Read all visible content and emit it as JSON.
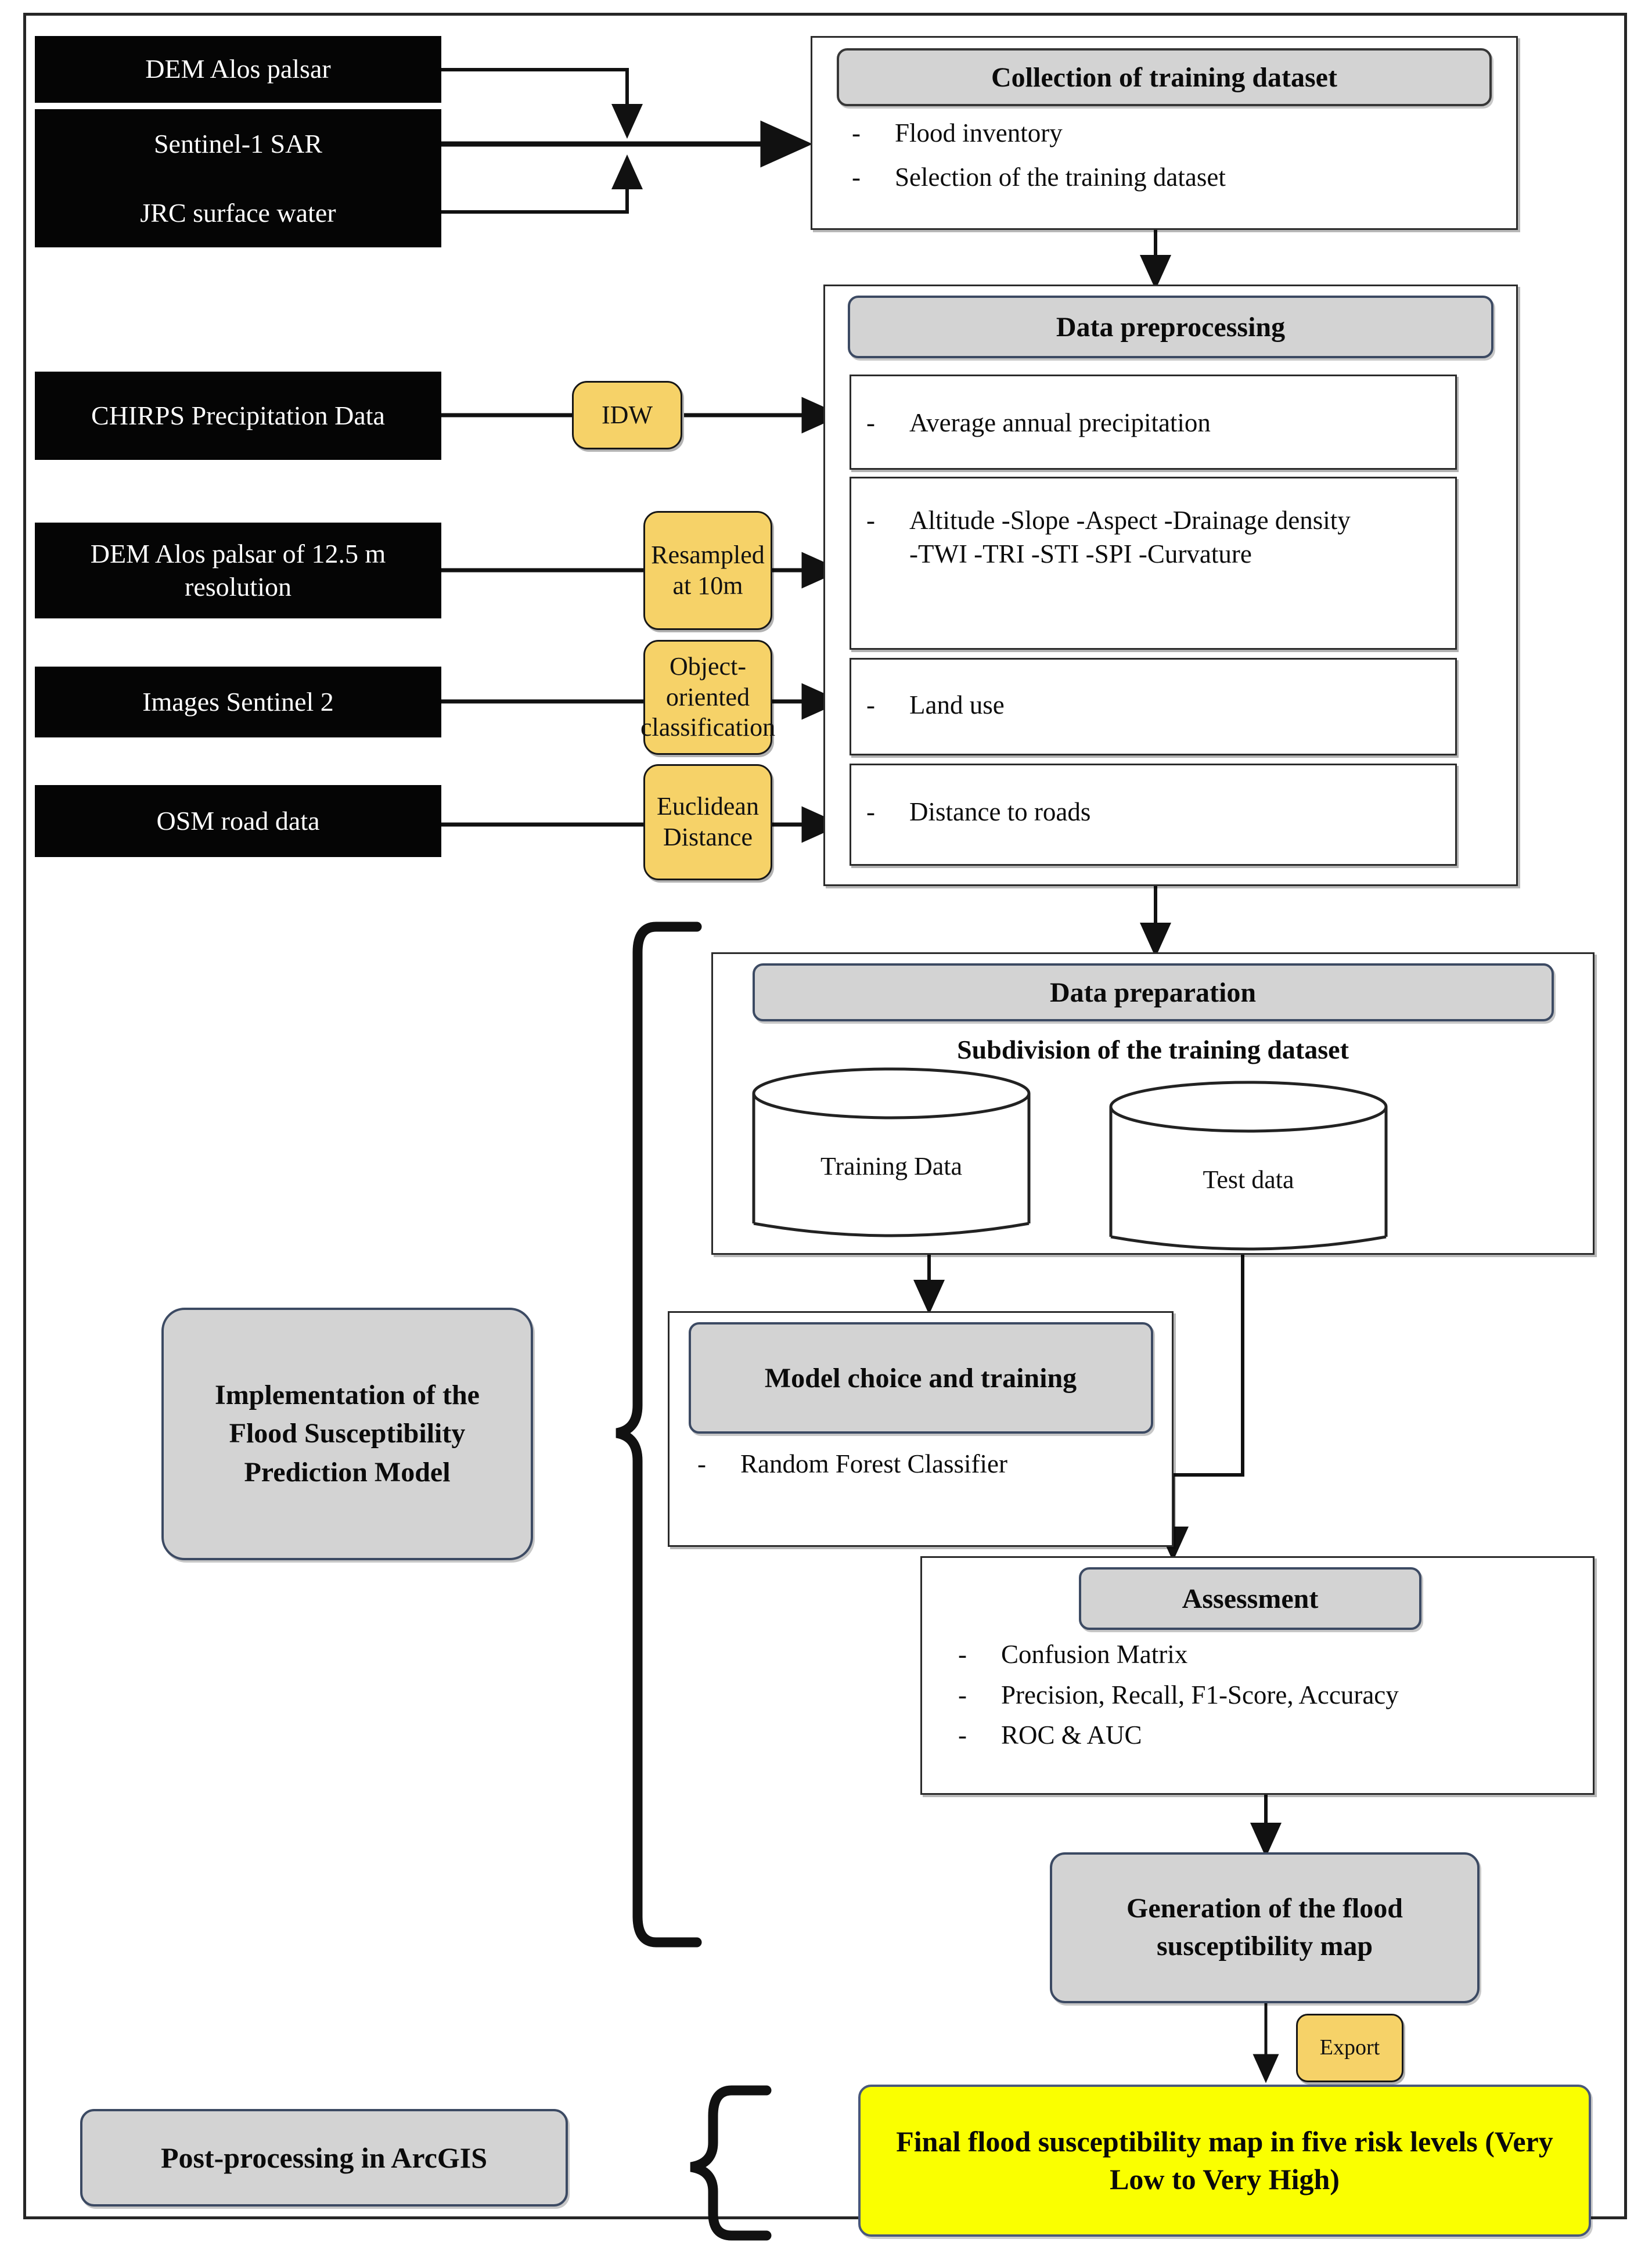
{
  "sources": {
    "group1": [
      {
        "label": "DEM Alos palsar"
      },
      {
        "label": "Sentinel-1 SAR"
      },
      {
        "label": "JRC surface water"
      }
    ],
    "chirps": "CHIRPS Precipitation Data",
    "dem125": "DEM Alos palsar of 12.5 m resolution",
    "sentinel2": "Images Sentinel 2",
    "osm": "OSM road data"
  },
  "processes": {
    "idw": "IDW",
    "resampled": "Resampled at 10m",
    "objectoriented": "Object-oriented classification",
    "euclidean": "Euclidean Distance",
    "export": "Export"
  },
  "collection": {
    "title": "Collection of training dataset",
    "items": [
      "Flood inventory",
      "Selection of the training dataset"
    ]
  },
  "preprocessing": {
    "title": "Data preprocessing",
    "items": [
      "Average annual precipitation",
      "Altitude -Slope -Aspect -Drainage density -TWI -TRI -STI -SPI -Curvature",
      "Land use",
      "Distance to roads"
    ]
  },
  "preparation": {
    "title": "Data preparation",
    "subtitle": "Subdivision of the training dataset",
    "training_cylinder": "Training Data",
    "test_cylinder": "Test data"
  },
  "model": {
    "title": "Model choice and training",
    "items": [
      "Random Forest Classifier"
    ]
  },
  "assessment": {
    "title": "Assessment",
    "items": [
      "Confusion Matrix",
      "Precision, Recall, F1-Score, Accuracy",
      "ROC & AUC"
    ]
  },
  "generation": {
    "title": "Generation of the flood susceptibility map"
  },
  "final_output": {
    "title": "Final flood susceptibility map in five risk levels (Very Low to Very High)"
  },
  "implementation": {
    "title": "Implementation of the Flood Susceptibility Prediction Model"
  },
  "postprocessing": {
    "title": "Post-processing in ArcGIS"
  },
  "bullet": "-",
  "colors": {
    "source_bg": "#050505",
    "process_yellow": "#F6D268",
    "header_gray": "#D3D3D3",
    "header_border_blue": "#3C4A63",
    "final_yellow": "#FAFF00",
    "line": "#111111"
  }
}
